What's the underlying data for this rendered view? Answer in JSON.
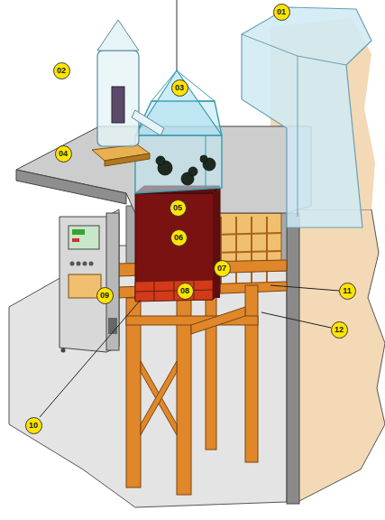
{
  "diagram": {
    "labels": [
      "01",
      "02",
      "03",
      "04",
      "05",
      "06",
      "07",
      "08",
      "09",
      "10",
      "11",
      "12"
    ]
  }
}
